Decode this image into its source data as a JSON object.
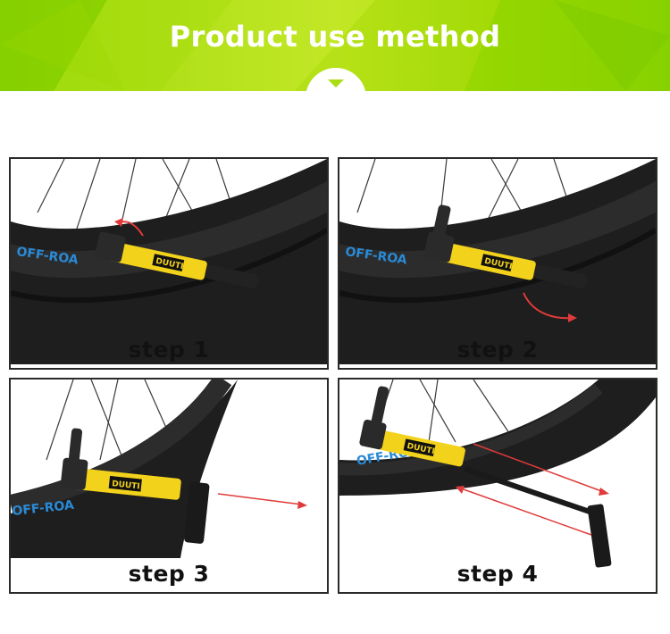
{
  "header": {
    "title": "Product use method",
    "notch_icon": "triangle-down-icon"
  },
  "colors": {
    "banner_green": "#a4db0c",
    "arrow_red": "#e03a3a",
    "pump_yellow": "#f3d21c",
    "tire": "#1e1e1e"
  },
  "steps": [
    {
      "label": "step 1"
    },
    {
      "label": "step 2"
    },
    {
      "label": "step 3"
    },
    {
      "label": "step 4"
    }
  ],
  "tire_print": {
    "sidewall": "OFF-ROA",
    "brand": "DUUTI"
  }
}
